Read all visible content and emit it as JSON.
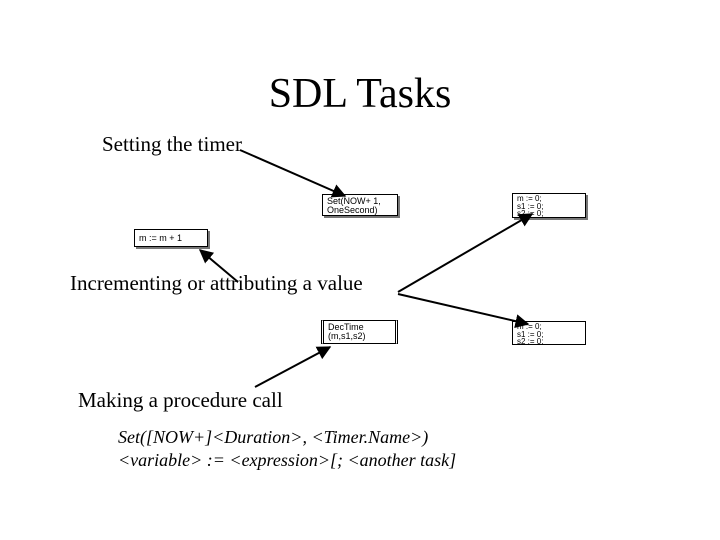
{
  "slide": {
    "title": "SDL Tasks",
    "labels": {
      "timer": "Setting the timer",
      "increment": "Incrementing or attributing a value",
      "procedure": "Making a procedure call"
    },
    "syntax": {
      "line1": "Set([NOW+]<Duration>, <Timer.Name>)",
      "line2": "<variable> := <expression>[; <another task]"
    }
  },
  "boxes": {
    "set_timer": [
      "Set(NOW+ 1,",
      "OneSecond)"
    ],
    "increment": [
      "m := m + 1"
    ],
    "assign_top": [
      "m := 0;",
      "s1 := 0;",
      "s2 := 0;"
    ],
    "proc_call": [
      "DecTime",
      "(m,s1,s2)"
    ],
    "assign_bottom": [
      "m := 0;",
      "s1 := 0;",
      "s2 := 0;"
    ]
  }
}
